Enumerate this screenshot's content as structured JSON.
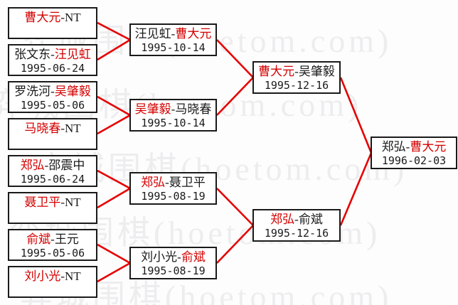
{
  "separator": "-",
  "watermark": {
    "text": "弈城围棋(hoetom.com)",
    "color": "#ededef"
  },
  "colors": {
    "winner_red": "#d40000",
    "connector_red": "#e60000",
    "text_black": "#1a1a1a",
    "box_border": "#1a1a1a",
    "background": "#fdfdfd"
  },
  "rounds": {
    "r1": [
      {
        "p1": "曹大元",
        "p1_winner": true,
        "p2": "NT",
        "p2_winner": false,
        "date": ""
      },
      {
        "p1": "张文东",
        "p1_winner": false,
        "p2": "汪见虹",
        "p2_winner": true,
        "date": "1995-06-24"
      },
      {
        "p1": "罗洗河",
        "p1_winner": false,
        "p2": "吴肇毅",
        "p2_winner": true,
        "date": "1995-05-06"
      },
      {
        "p1": "马晓春",
        "p1_winner": true,
        "p2": "NT",
        "p2_winner": false,
        "date": ""
      },
      {
        "p1": "郑弘",
        "p1_winner": true,
        "p2": "邵震中",
        "p2_winner": false,
        "date": "1995-06-24"
      },
      {
        "p1": "聂卫平",
        "p1_winner": true,
        "p2": "NT",
        "p2_winner": false,
        "date": ""
      },
      {
        "p1": "俞斌",
        "p1_winner": true,
        "p2": "王元",
        "p2_winner": false,
        "date": "1995-05-06"
      },
      {
        "p1": "刘小光",
        "p1_winner": true,
        "p2": "NT",
        "p2_winner": false,
        "date": ""
      }
    ],
    "r2": [
      {
        "p1": "汪见虹",
        "p1_winner": false,
        "p2": "曹大元",
        "p2_winner": true,
        "date": "1995-10-14"
      },
      {
        "p1": "吴肇毅",
        "p1_winner": true,
        "p2": "马晓春",
        "p2_winner": false,
        "date": "1995-10-14"
      },
      {
        "p1": "郑弘",
        "p1_winner": true,
        "p2": "聂卫平",
        "p2_winner": false,
        "date": "1995-08-19"
      },
      {
        "p1": "刘小光",
        "p1_winner": false,
        "p2": "俞斌",
        "p2_winner": true,
        "date": "1995-08-19"
      }
    ],
    "r3": [
      {
        "p1": "曹大元",
        "p1_winner": true,
        "p2": "吴肇毅",
        "p2_winner": false,
        "date": "1995-12-16"
      },
      {
        "p1": "郑弘",
        "p1_winner": true,
        "p2": "俞斌",
        "p2_winner": false,
        "date": "1995-12-16"
      }
    ],
    "final": [
      {
        "p1": "郑弘",
        "p1_winner": false,
        "p2": "曹大元",
        "p2_winner": true,
        "date": "1996-02-03"
      }
    ]
  }
}
